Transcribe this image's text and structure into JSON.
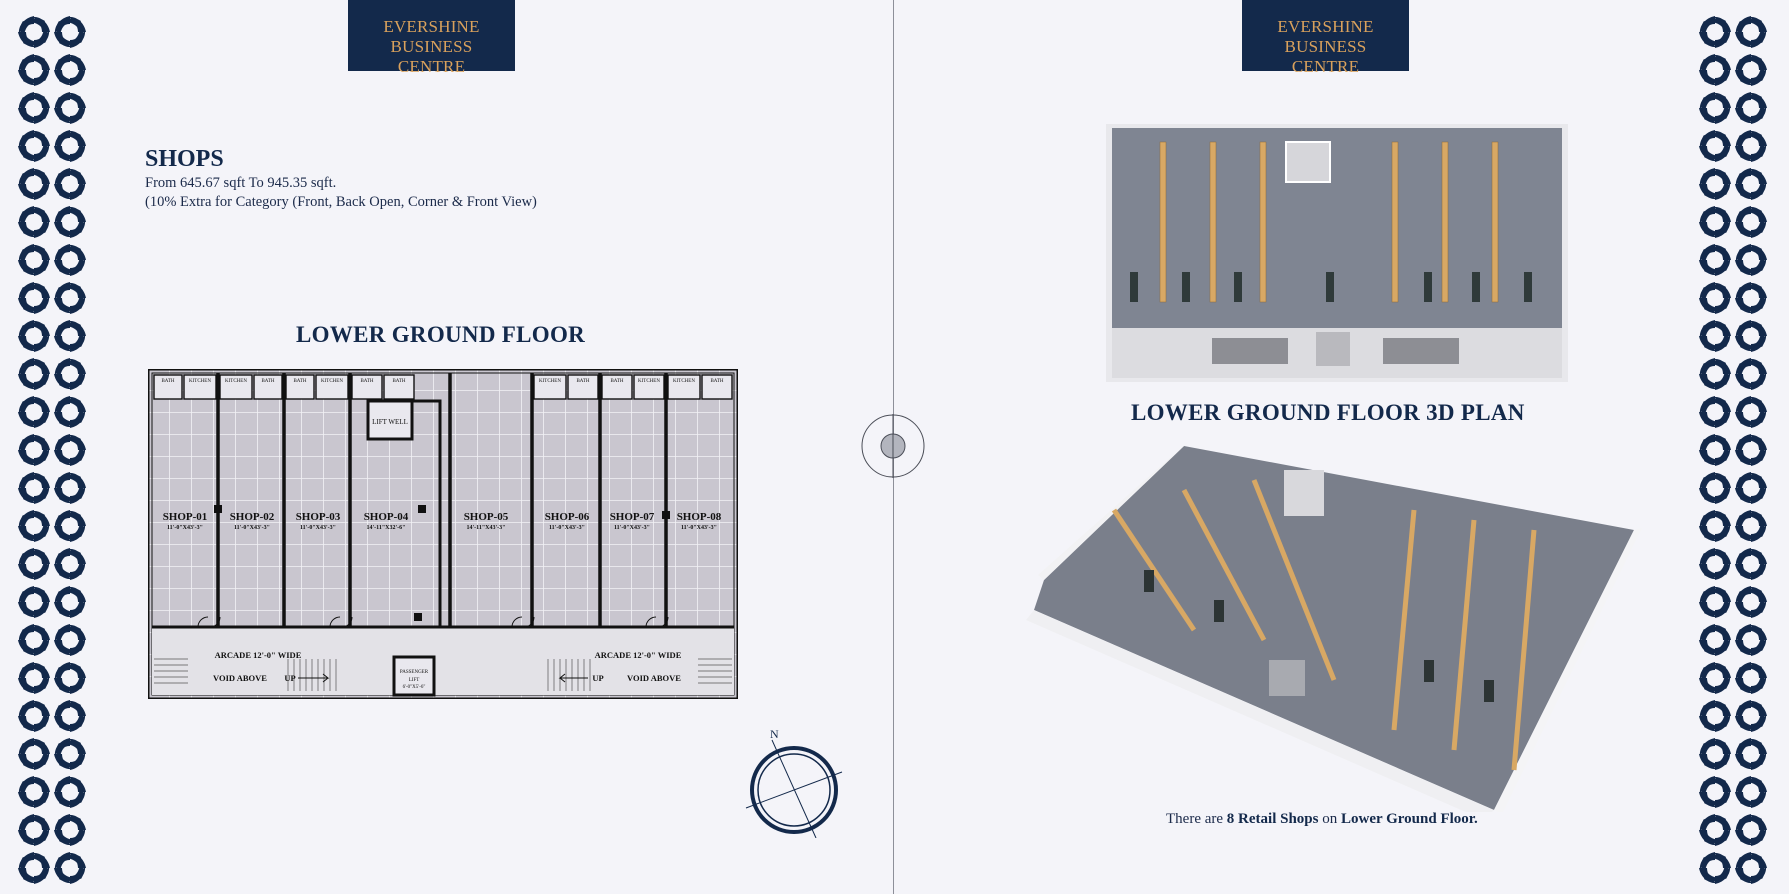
{
  "brand": {
    "name_line1": "EVERSHINE BUSINESS",
    "name_line2": "CENTRE"
  },
  "colors": {
    "navy": "#13294b",
    "gold": "#d9a15c",
    "background": "#f4f4f9",
    "grid_floor": "#c9c6cf"
  },
  "left_page": {
    "shops_heading": "SHOPS",
    "size_range": "From 645.67 sqft To 945.35 sqft.",
    "extra_note": "(10% Extra for Category (Front, Back Open, Corner & Front View)",
    "floor_title": "LOWER GROUND FLOOR",
    "plan": {
      "shops": [
        {
          "name": "SHOP-01",
          "size": "11'-0\"X43'-3\""
        },
        {
          "name": "SHOP-02",
          "size": "11'-0\"X43'-3\""
        },
        {
          "name": "SHOP-03",
          "size": "11'-0\"X43'-3\""
        },
        {
          "name": "SHOP-04",
          "size": "14'-11\"X32'-6\""
        },
        {
          "name": "SHOP-05",
          "size": "14'-11\"X43'-3\""
        },
        {
          "name": "SHOP-06",
          "size": "11'-0\"X43'-3\""
        },
        {
          "name": "SHOP-07",
          "size": "11'-0\"X43'-3\""
        },
        {
          "name": "SHOP-08",
          "size": "11'-0\"X43'-3\""
        }
      ],
      "lift_well": "LIFT WELL",
      "kitchen_label": "KITCHEN",
      "bath_label": "BATH",
      "arcade_left": "ARCADE 12'-0\" WIDE",
      "arcade_right": "ARCADE 12'-0\" WIDE",
      "void_left": "VOID ABOVE",
      "void_right": "VOID ABOVE",
      "up_left": "UP",
      "up_right": "UP",
      "passenger_lift": "PASSENGER",
      "passenger_lift2": "LIFT",
      "passenger_lift_size": "6'-0\"X5'-6\""
    },
    "compass_label": "N"
  },
  "right_page": {
    "plan3d_title": "LOWER GROUND FLOOR 3D PLAN",
    "caption": {
      "prefix": "There are",
      "count": "8 Retail Shops",
      "mid": "on",
      "floor": "Lower Ground Floor."
    }
  }
}
